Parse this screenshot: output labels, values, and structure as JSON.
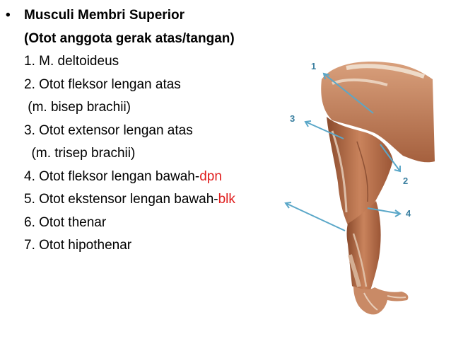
{
  "title": "Musculi Membri Superior",
  "subtitle": "(Otot anggota gerak atas/tangan)",
  "list": [
    {
      "text": "1. M. deltoideus",
      "suffix": ""
    },
    {
      "text": "2. Otot fleksor lengan atas",
      "suffix": ""
    },
    {
      "text": " (m. bisep brachii)",
      "suffix": ""
    },
    {
      "text": "3. Otot extensor lengan atas",
      "suffix": ""
    },
    {
      "text": "  (m. trisep brachii)",
      "suffix": ""
    },
    {
      "text": "4. Otot fleksor lengan bawah-",
      "suffix": "dpn"
    },
    {
      "text": "5. Otot ekstensor lengan bawah-",
      "suffix": "blk"
    },
    {
      "text": "6. Otot thenar",
      "suffix": ""
    },
    {
      "text": "7. Otot hipothenar",
      "suffix": ""
    }
  ],
  "labels": {
    "n1": "1",
    "n2": "2",
    "n3": "3",
    "n4": "4"
  },
  "colors": {
    "text": "#000000",
    "accent_red": "#e01e1e",
    "arrow": "#5aa7c8",
    "label": "#3a7fa0"
  }
}
